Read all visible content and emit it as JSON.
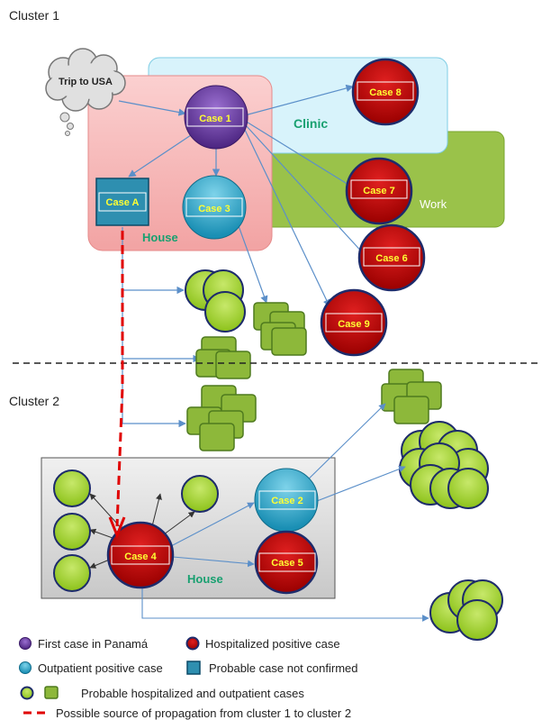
{
  "clusters": {
    "cluster1": "Cluster 1",
    "cluster2": "Cluster 2"
  },
  "places": {
    "trip": "Trip to USA",
    "clinic": "Clinic",
    "work": "Work",
    "house1": "House",
    "house2": "House"
  },
  "cases": {
    "case1": "Case 1",
    "caseA": "Case A",
    "case3": "Case 3",
    "case8": "Case 8",
    "case7": "Case 7",
    "case6": "Case 6",
    "case9": "Case 9",
    "case2": "Case 2",
    "case4": "Case 4",
    "case5": "Case 5"
  },
  "legend": {
    "first_case": "First case in Panamá",
    "hospitalized": "Hospitalized positive case",
    "outpatient": "Outpatient positive case",
    "probable_not_confirmed": "Probable case not confirmed",
    "probable_cases": "Probable hospitalized and outpatient cases",
    "propagation": "Possible source of propagation from cluster 1 to cluster 2"
  },
  "colors": {
    "first_case": "#6b3fa0",
    "hospitalized": "#c00000",
    "outpatient": "#2ea8c8",
    "probable_square": "#2e8fb0",
    "probable_green": "#9acd32",
    "clinic_fill": "#d8f3fb",
    "work_fill": "#9ac24a",
    "house1_fill": "#f7b8b8",
    "house2_fill": "#d9d9d9",
    "arrow": "#5b8fc9",
    "propagation": "#e00000"
  }
}
